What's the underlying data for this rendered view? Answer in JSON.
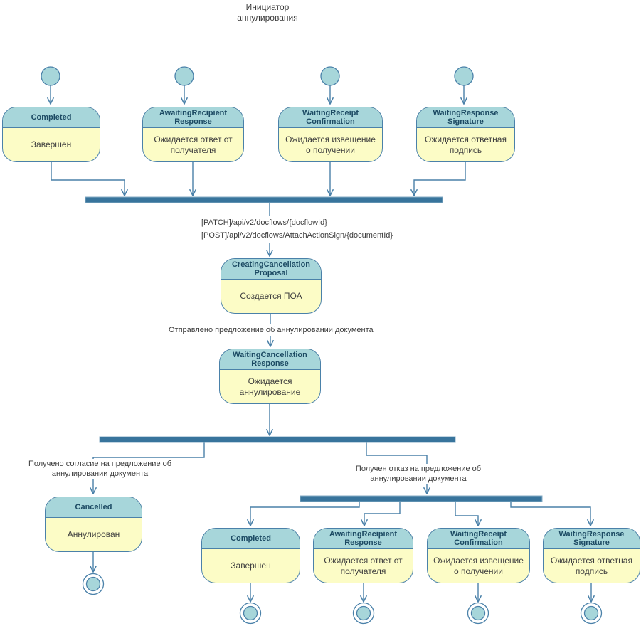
{
  "title": "Инициатор аннулирования",
  "colors": {
    "line": "#4a81a9",
    "node_fill": "#a7d6da",
    "state_header_fill": "#a7d6da",
    "state_body_fill": "#fcfcc6",
    "bar_fill": "#38749c",
    "bar_stroke": "#85abc4",
    "state_name_text": "#1c4a63",
    "state_desc_text": "#3f3f3f",
    "label_text": "#3c3c3c"
  },
  "states": {
    "top_completed": {
      "name": "Completed",
      "desc": "Завершен"
    },
    "top_awaiting_recipient_response": {
      "name": "AwaitingRecipient Response",
      "desc": "Ожидается ответ от получателя"
    },
    "top_waiting_receipt_confirmation": {
      "name": "WaitingReceipt Confirmation",
      "desc": "Ожидается извещение о получении"
    },
    "top_waiting_response_signature": {
      "name": "WaitingResponse Signature",
      "desc": "Ожидается ответная подпись"
    },
    "creating_cancellation_proposal": {
      "name": "CreatingCancellation Proposal",
      "desc": "Создается ПОА"
    },
    "waiting_cancellation_response": {
      "name": "WaitingCancellation Response",
      "desc": "Ожидается аннулирование"
    },
    "cancelled": {
      "name": "Cancelled",
      "desc": "Аннулирован"
    },
    "bottom_completed": {
      "name": "Completed",
      "desc": "Завершен"
    },
    "bottom_awaiting_recipient_response": {
      "name": "AwaitingRecipient Response",
      "desc": "Ожидается ответ от получателя"
    },
    "bottom_waiting_receipt_confirmation": {
      "name": "WaitingReceipt Confirmation",
      "desc": "Ожидается извещение о получении"
    },
    "bottom_waiting_response_signature": {
      "name": "WaitingResponse Signature",
      "desc": "Ожидается ответная подпись"
    }
  },
  "labels": {
    "api_patch": "[PATCH]/api/v2/docflows/{docflowId}",
    "api_post": "[POST]/api/v2/docflows/AttachActionSign/{documentId}",
    "sent_proposal": "Отправлено предложение об аннулировании документа",
    "agree_received": "Получено согласие на предложение об аннулировании документа",
    "refuse_received": "Получен отказ на предложение об аннулировании документа"
  }
}
